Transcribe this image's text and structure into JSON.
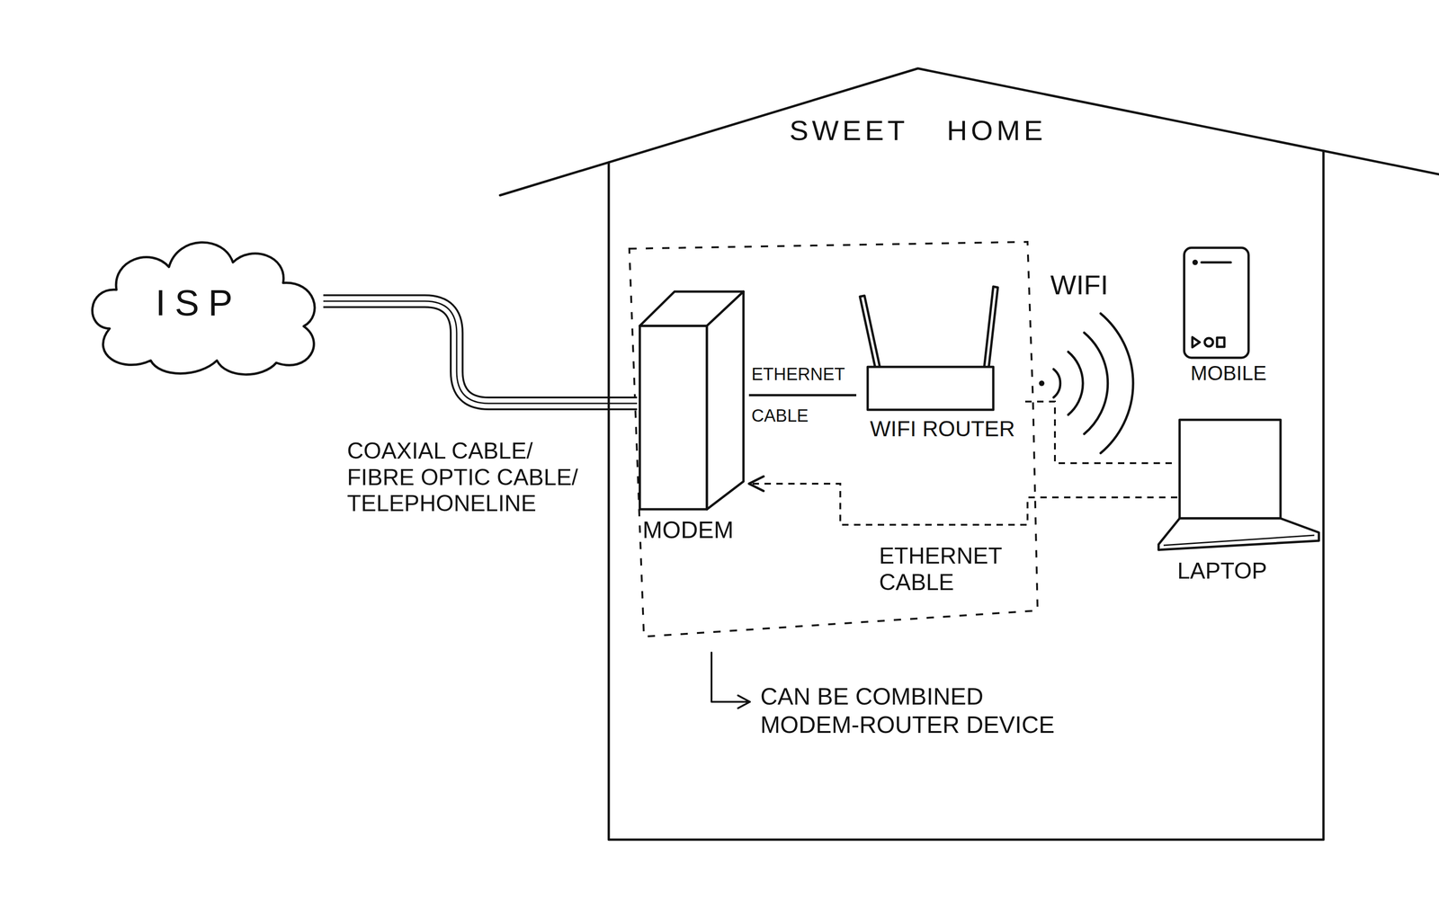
{
  "diagram": {
    "nodes": [
      {
        "text": [
          "ISP"
        ]
      },
      {
        "text": [
          "SWEET HOME"
        ]
      },
      {
        "text": [
          "MODEM"
        ],
        "in": 1
      },
      {
        "text": [
          "WIFI ROUTER"
        ],
        "in": 1
      },
      {
        "text": [
          "MOBILE"
        ],
        "in": 1
      },
      {
        "text": [
          "LAPTOP"
        ],
        "in": 1
      }
    ],
    "edges": [
      {
        "from": 0,
        "to": 2,
        "arrow": "none",
        "label": "COAXIAL CABLE/ FIBRE OPTIC CABLE/ TELEPHONELINE"
      },
      {
        "from": 2,
        "to": 3,
        "arrow": "none",
        "label": "ETHERNET CABLE"
      },
      {
        "from": 3,
        "to": 5,
        "arrow": "none"
      },
      {
        "from": 5,
        "to": 2,
        "arrow": "to",
        "label": "ETHERNET CABLE"
      }
    ],
    "labels": [
      "WIFI",
      "CAN BE COMBINED MODEM-ROUTER DEVICE"
    ]
  }
}
